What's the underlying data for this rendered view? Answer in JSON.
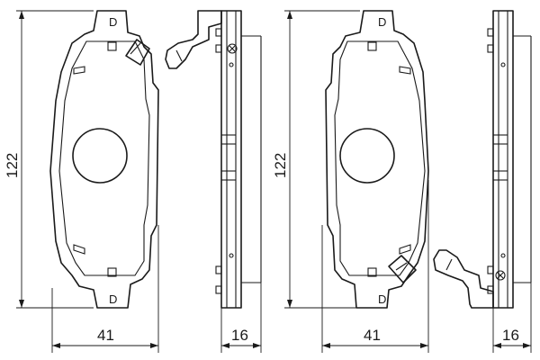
{
  "diagram": {
    "left_pad": {
      "height_label": "122",
      "width_label": "41",
      "thickness_label": "16",
      "mark_top": "D",
      "mark_bottom": "D"
    },
    "right_pad": {
      "height_label": "122",
      "width_label": "41",
      "thickness_label": "16",
      "mark_top": "D",
      "mark_bottom": "D"
    }
  },
  "colors": {
    "line": "#1a1a1a",
    "background": "#ffffff"
  }
}
